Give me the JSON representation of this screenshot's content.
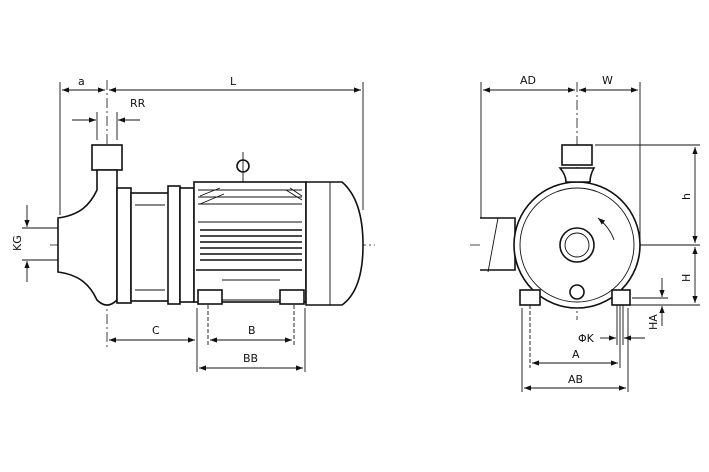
{
  "side_view": {
    "labels": {
      "a": "a",
      "L": "L",
      "RR": "RR",
      "KG": "KG",
      "C": "C",
      "B": "B",
      "BB": "BB"
    }
  },
  "end_view": {
    "labels": {
      "AD": "AD",
      "W": "W",
      "h": "h",
      "H": "H",
      "HA": "HA",
      "K": "ΦK",
      "A": "A",
      "AB": "AB"
    }
  }
}
